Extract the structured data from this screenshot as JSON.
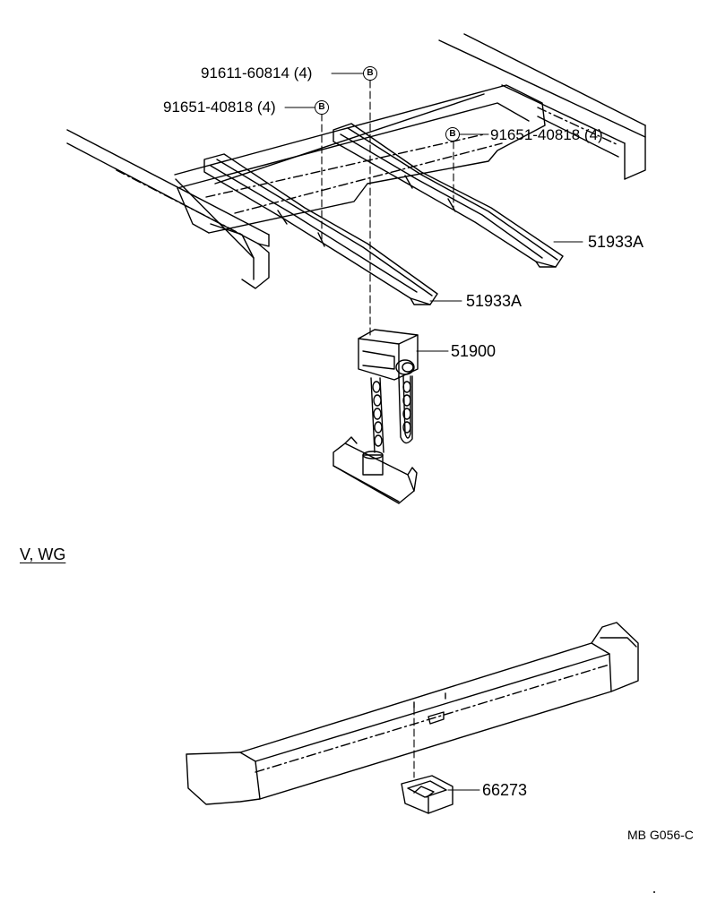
{
  "labels": {
    "bolt_top": "91611-60814 (4)",
    "bolt_left": "91651-40818 (4)",
    "bolt_right": "91651-40818 (4)",
    "rail_right": "51933A",
    "rail_left": "51933A",
    "carrier": "51900",
    "section": "V, WG",
    "bracket": "66273",
    "code": "MB G056-C"
  },
  "bolt_symbol": "B"
}
